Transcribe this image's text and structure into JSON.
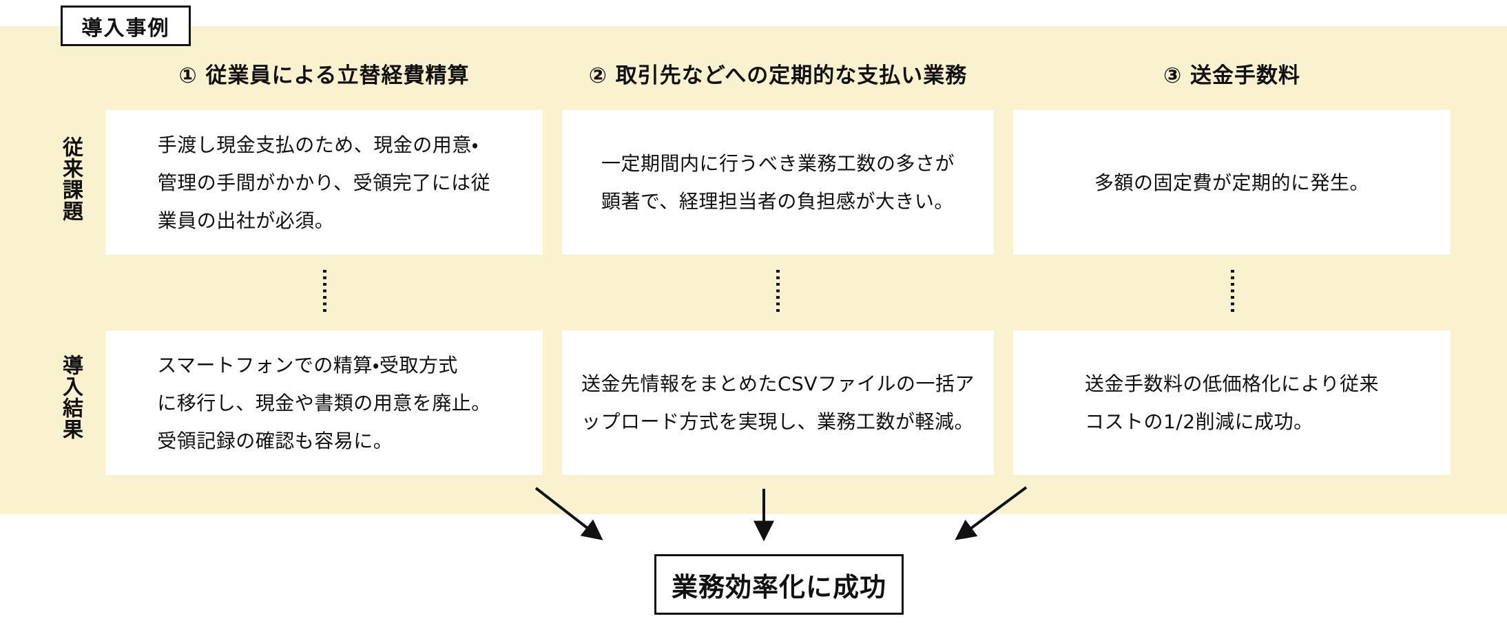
{
  "title": "導入事例",
  "colors": {
    "band_background": "#FAF2CE",
    "card_background": "#FFFFFF",
    "border": "#111111",
    "text": "#111111"
  },
  "row_labels": [
    {
      "label": "従来課題"
    },
    {
      "label": "導入結果"
    }
  ],
  "columns": [
    {
      "header": "① 従業員による立替経費精算",
      "issue": "手渡し現金支払のため、現金の用意・\n管理の手間がかかり、受領完了には従\n業員の出社が必須。",
      "result": "スマートフォンでの精算・受取方式\nに移行し、現金や書類の用意を廃止。\n受領記録の確認も容易に。"
    },
    {
      "header": "② 取引先などへの定期的な支払い業務",
      "issue": "一定期間内に行うべき業務工数の多さが\n顕著で、経理担当者の負担感が大きい。",
      "result": "送金先情報をまとめたCSVファイルの一括ア\nップロード方式を実現し、業務工数が軽減。"
    },
    {
      "header": "③ 送金手数料",
      "issue": "多額の固定費が定期的に発生。",
      "result": "送金手数料の低価格化により従来\nコストの1/2削減に成功。"
    }
  ],
  "conclusion": "業務効率化に成功"
}
